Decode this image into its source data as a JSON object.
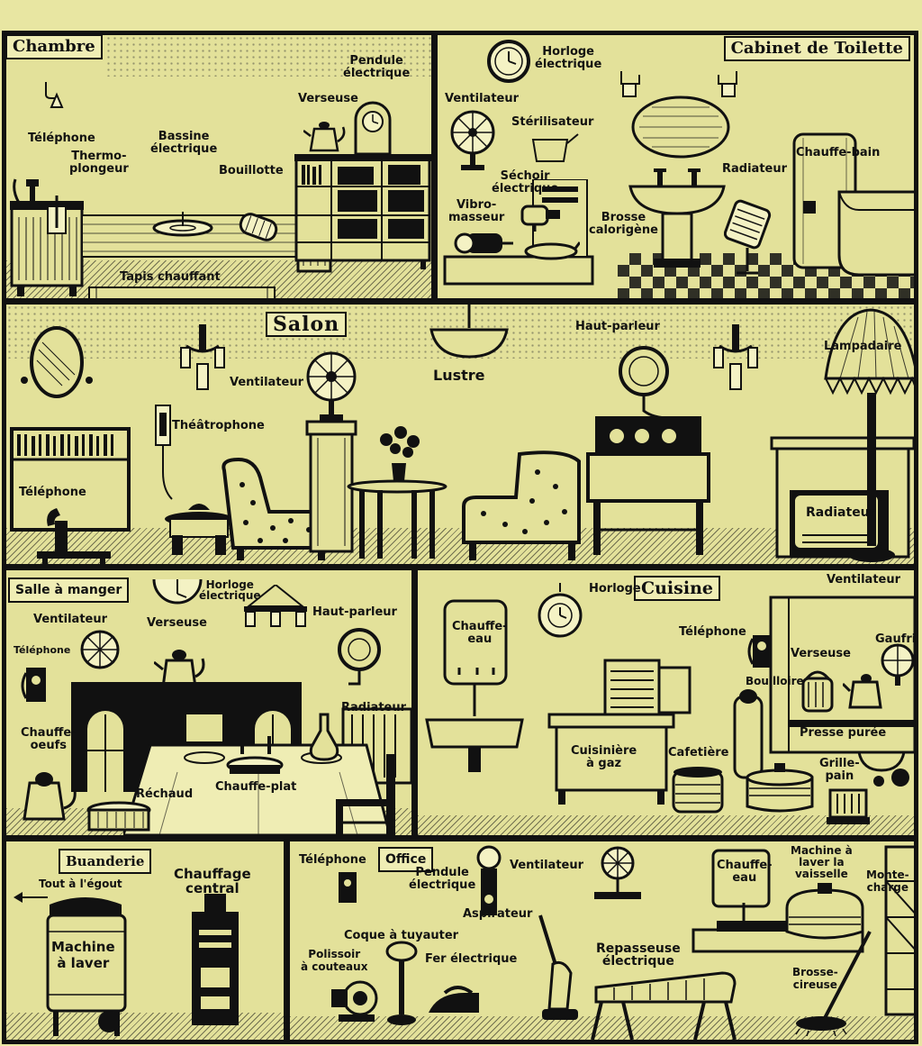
{
  "rooms": {
    "chambre": {
      "title": "Chambre",
      "labels": {
        "pendule": [
          "Pendule",
          "électrique"
        ],
        "verseuse": "Verseuse",
        "telephone": "Téléphone",
        "thermo": [
          "Thermo-",
          "plongeur"
        ],
        "bassine": [
          "Bassine",
          "électrique"
        ],
        "bouillotte": "Bouillotte",
        "tapis": "Tapis chauffant"
      }
    },
    "cabinet": {
      "title": "Cabinet de Toilette",
      "labels": {
        "horloge": [
          "Horloge",
          "électrique"
        ],
        "ventilateur": "Ventilateur",
        "sterilisateur": "Stérilisateur",
        "sechoir": [
          "Séchoir",
          "électrique"
        ],
        "vibromasseur": [
          "Vibro-",
          "masseur"
        ],
        "brosse": [
          "Brosse",
          "calorigène"
        ],
        "radiateur": "Radiateur",
        "chauffebain": "Chauffe-bain"
      }
    },
    "salon": {
      "title": "Salon",
      "labels": {
        "hautparleur": "Haut-parleur",
        "ventilateur": "Ventilateur",
        "lustre": "Lustre",
        "lampadaire": "Lampadaire",
        "theatrophone": "Théâtrophone",
        "telephone": "Téléphone",
        "radiateur": "Radiateur"
      }
    },
    "salle": {
      "title": "Salle à manger",
      "labels": {
        "horloge": [
          "Horloge",
          "électrique"
        ],
        "ventilateur": "Ventilateur",
        "verseuse": "Verseuse",
        "hautparleur": "Haut-parleur",
        "telephone": "Téléphone",
        "radiateur": "Radiateur",
        "chauffeoeufs": [
          "Chauffe-",
          "oeufs"
        ],
        "rechaud": "Réchaud",
        "chauffeplat": "Chauffe-plat"
      }
    },
    "cuisine": {
      "title": "Cuisine",
      "labels": {
        "horloge": "Horloge",
        "ventilateur": "Ventilateur",
        "chauffeeau": [
          "Chauffe-",
          "eau"
        ],
        "telephone": "Téléphone",
        "gaufrier": "Gaufrier",
        "verseuse": "Verseuse",
        "bouilloire": "Bouilloire",
        "pressepuree": "Presse purée",
        "grillepain": [
          "Grille-",
          "pain"
        ],
        "cafetiere": "Cafetière",
        "cuisiniere": [
          "Cuisinière",
          "à gaz"
        ]
      }
    },
    "buanderie": {
      "title": "Buanderie",
      "labels": {
        "egout": "Tout à l'égout",
        "chauffage": [
          "Chauffage",
          "central"
        ],
        "machine": [
          "Machine",
          "à laver"
        ]
      }
    },
    "office": {
      "title": "Office",
      "labels": {
        "telephone": "Téléphone",
        "pendule": [
          "Pendule",
          "électrique"
        ],
        "ventilateur": "Ventilateur",
        "chauffeeau": [
          "Chauffe-",
          "eau"
        ],
        "lavevaisselle": [
          "Machine à",
          "laver la",
          "vaisselle"
        ],
        "montecharge": [
          "Monte-",
          "charge"
        ],
        "aspirateur": "Aspirateur",
        "coque": "Coque à tuyauter",
        "polissoir": [
          "Polissoir",
          "à couteaux"
        ],
        "fer": "Fer électrique",
        "repasseuse": [
          "Repasseuse",
          "électrique"
        ],
        "brosseuse": [
          "Brosse-",
          "cireuse"
        ]
      }
    }
  }
}
